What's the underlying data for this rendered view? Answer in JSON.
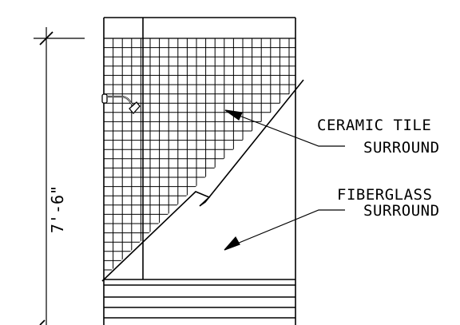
{
  "dimension": {
    "label": "7'-6\""
  },
  "callouts": [
    {
      "id": "ceramic",
      "line1": "CERAMIC TILE",
      "line2": "SURROUND"
    },
    {
      "id": "fiberglass",
      "line1": "FIBERGLASS",
      "line2": "SURROUND"
    }
  ],
  "colors": {
    "line": "#000000",
    "background": "#ffffff"
  },
  "icons": {
    "fixture": "shower-head-icon",
    "break": "break-line-icon"
  }
}
